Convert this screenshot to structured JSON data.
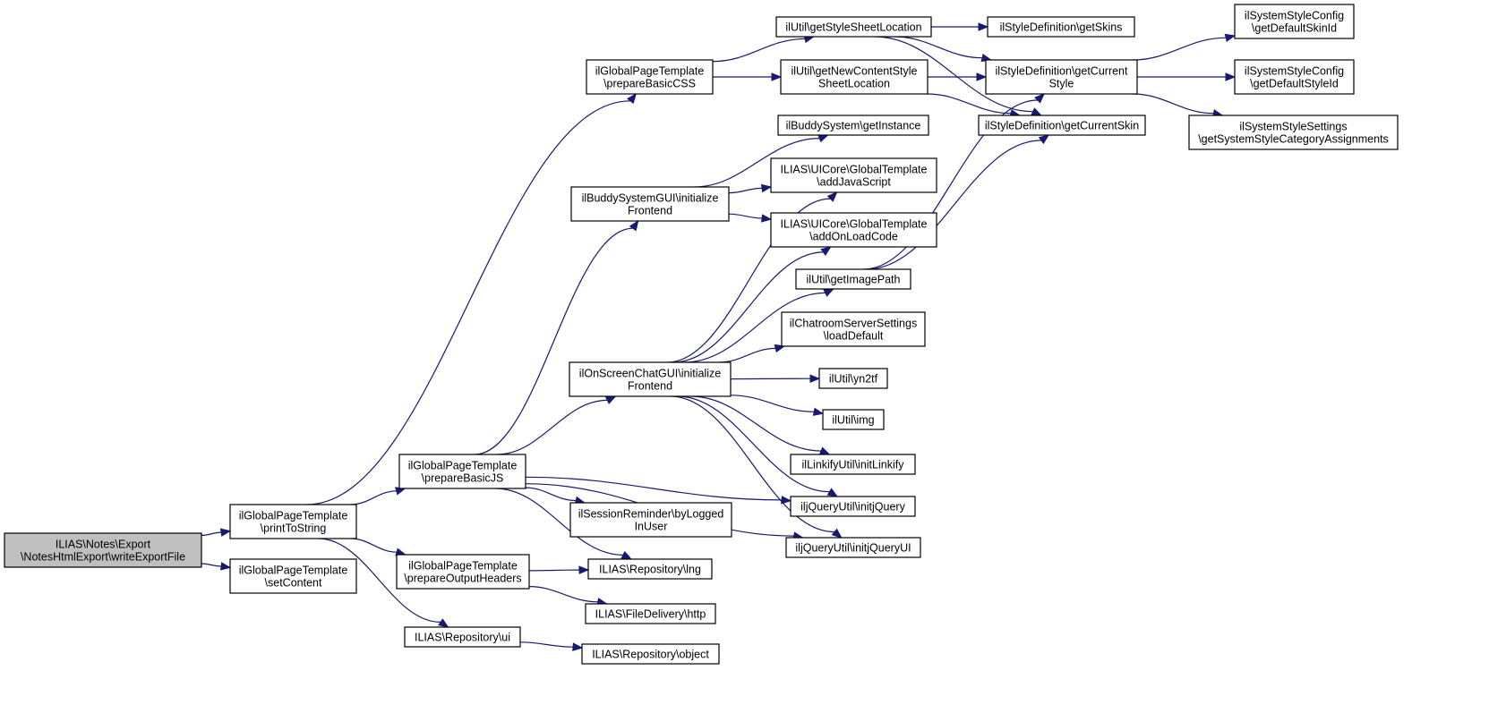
{
  "graph": {
    "nodes": [
      {
        "id": "root",
        "root": true,
        "lines": [
          "ILIAS\\Notes\\Export",
          "\\NotesHtmlExport\\writeExportFile"
        ]
      },
      {
        "id": "printToString",
        "lines": [
          "ilGlobalPageTemplate",
          "\\printToString"
        ]
      },
      {
        "id": "setContent",
        "lines": [
          "ilGlobalPageTemplate",
          "\\setContent"
        ]
      },
      {
        "id": "prepareBasicCSS",
        "lines": [
          "ilGlobalPageTemplate",
          "\\prepareBasicCSS"
        ]
      },
      {
        "id": "prepareBasicJS",
        "lines": [
          "ilGlobalPageTemplate",
          "\\prepareBasicJS"
        ]
      },
      {
        "id": "prepareOutputHeaders",
        "lines": [
          "ilGlobalPageTemplate",
          "\\prepareOutputHeaders"
        ]
      },
      {
        "id": "repoUi",
        "lines": [
          "ILIAS\\Repository\\ui"
        ]
      },
      {
        "id": "buddyInit",
        "lines": [
          "ilBuddySystemGUI\\initialize",
          "Frontend"
        ]
      },
      {
        "id": "oscInit",
        "lines": [
          "ilOnScreenChatGUI\\initialize",
          "Frontend"
        ]
      },
      {
        "id": "sessionReminder",
        "lines": [
          "ilSessionReminder\\byLogged",
          "InUser"
        ]
      },
      {
        "id": "repoLng",
        "lines": [
          "ILIAS\\Repository\\lng"
        ]
      },
      {
        "id": "fileHttp",
        "lines": [
          "ILIAS\\FileDelivery\\http"
        ]
      },
      {
        "id": "repoObject",
        "lines": [
          "ILIAS\\Repository\\object"
        ]
      },
      {
        "id": "getStyleSheetLocation",
        "lines": [
          "ilUtil\\getStyleSheetLocation"
        ]
      },
      {
        "id": "getNewContentStyle",
        "lines": [
          "ilUtil\\getNewContentStyle",
          "SheetLocation"
        ]
      },
      {
        "id": "buddyGetInstance",
        "lines": [
          "ilBuddySystem\\getInstance"
        ]
      },
      {
        "id": "addJavaScript",
        "lines": [
          "ILIAS\\UICore\\GlobalTemplate",
          "\\addJavaScript"
        ]
      },
      {
        "id": "addOnLoadCode",
        "lines": [
          "ILIAS\\UICore\\GlobalTemplate",
          "\\addOnLoadCode"
        ]
      },
      {
        "id": "getImagePath",
        "lines": [
          "ilUtil\\getImagePath"
        ]
      },
      {
        "id": "chatroomLoad",
        "lines": [
          "ilChatroomServerSettings",
          "\\loadDefault"
        ]
      },
      {
        "id": "yn2tf",
        "lines": [
          "ilUtil\\yn2tf"
        ]
      },
      {
        "id": "img",
        "lines": [
          "ilUtil\\img"
        ]
      },
      {
        "id": "initLinkify",
        "lines": [
          "ilLinkifyUtil\\initLinkify"
        ]
      },
      {
        "id": "initjQuery",
        "lines": [
          "iljQueryUtil\\initjQuery"
        ]
      },
      {
        "id": "initjQueryUI",
        "lines": [
          "iljQueryUtil\\initjQueryUI"
        ]
      },
      {
        "id": "getSkins",
        "lines": [
          "ilStyleDefinition\\getSkins"
        ]
      },
      {
        "id": "getCurrentStyle",
        "lines": [
          "ilStyleDefinition\\getCurrent",
          "Style"
        ]
      },
      {
        "id": "getCurrentSkin",
        "lines": [
          "ilStyleDefinition\\getCurrentSkin"
        ]
      },
      {
        "id": "getDefaultSkinId",
        "lines": [
          "ilSystemStyleConfig",
          "\\getDefaultSkinId"
        ]
      },
      {
        "id": "getDefaultStyleId",
        "lines": [
          "ilSystemStyleConfig",
          "\\getDefaultStyleId"
        ]
      },
      {
        "id": "getSysStyleCat",
        "lines": [
          "ilSystemStyleSettings",
          "\\getSystemStyleCategoryAssignments"
        ]
      }
    ],
    "edges": [
      [
        "root",
        "printToString"
      ],
      [
        "root",
        "setContent"
      ],
      [
        "printToString",
        "prepareBasicCSS"
      ],
      [
        "printToString",
        "prepareBasicJS"
      ],
      [
        "printToString",
        "prepareOutputHeaders"
      ],
      [
        "printToString",
        "repoUi"
      ],
      [
        "prepareBasicCSS",
        "getStyleSheetLocation"
      ],
      [
        "prepareBasicCSS",
        "getNewContentStyle"
      ],
      [
        "prepareBasicJS",
        "buddyInit"
      ],
      [
        "prepareBasicJS",
        "oscInit"
      ],
      [
        "prepareBasicJS",
        "sessionReminder"
      ],
      [
        "prepareBasicJS",
        "repoLng"
      ],
      [
        "prepareBasicJS",
        "initjQuery"
      ],
      [
        "prepareBasicJS",
        "initjQueryUI"
      ],
      [
        "prepareOutputHeaders",
        "repoLng"
      ],
      [
        "prepareOutputHeaders",
        "fileHttp"
      ],
      [
        "repoUi",
        "repoObject"
      ],
      [
        "buddyInit",
        "buddyGetInstance"
      ],
      [
        "buddyInit",
        "addJavaScript"
      ],
      [
        "buddyInit",
        "addOnLoadCode"
      ],
      [
        "oscInit",
        "addJavaScript"
      ],
      [
        "oscInit",
        "addOnLoadCode"
      ],
      [
        "oscInit",
        "getImagePath"
      ],
      [
        "oscInit",
        "chatroomLoad"
      ],
      [
        "oscInit",
        "yn2tf"
      ],
      [
        "oscInit",
        "img"
      ],
      [
        "oscInit",
        "initLinkify"
      ],
      [
        "oscInit",
        "initjQuery"
      ],
      [
        "oscInit",
        "initjQueryUI"
      ],
      [
        "getStyleSheetLocation",
        "getSkins"
      ],
      [
        "getStyleSheetLocation",
        "getCurrentStyle"
      ],
      [
        "getStyleSheetLocation",
        "getCurrentSkin"
      ],
      [
        "getNewContentStyle",
        "getCurrentStyle"
      ],
      [
        "getNewContentStyle",
        "getCurrentSkin"
      ],
      [
        "getImagePath",
        "getCurrentStyle"
      ],
      [
        "getImagePath",
        "getCurrentSkin"
      ],
      [
        "getCurrentStyle",
        "getDefaultSkinId"
      ],
      [
        "getCurrentStyle",
        "getDefaultStyleId"
      ],
      [
        "getCurrentStyle",
        "getSysStyleCat"
      ]
    ]
  }
}
